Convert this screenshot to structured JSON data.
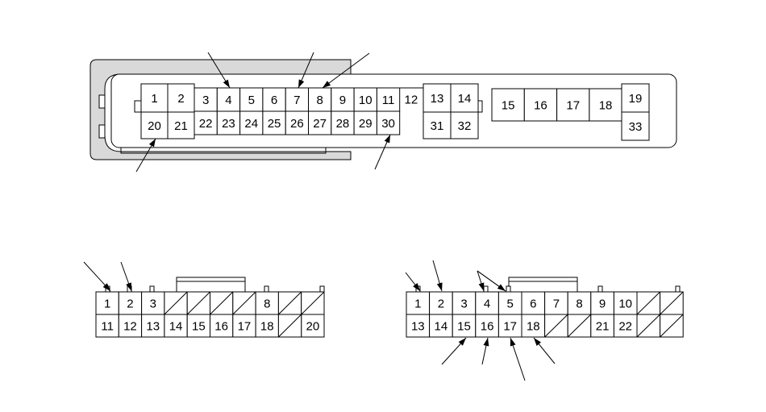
{
  "connector_a": {
    "upper_left_pins": [
      "1",
      "2"
    ],
    "lower_left_pins": [
      "20",
      "21"
    ],
    "upper_middle_pins": [
      "3",
      "4",
      "5",
      "6",
      "7",
      "8",
      "9",
      "10",
      "11",
      "12"
    ],
    "lower_middle_pins": [
      "22",
      "23",
      "24",
      "25",
      "26",
      "27",
      "28",
      "29",
      "30"
    ],
    "upper_block_pins": [
      "13",
      "14"
    ],
    "lower_block_pins": [
      "31",
      "32"
    ],
    "right_row_pins": [
      "15",
      "16",
      "17",
      "18"
    ],
    "right_end_pins": [
      "19",
      "33"
    ]
  },
  "connector_b": {
    "top_row": [
      "1",
      "2",
      "3",
      "",
      "",
      "",
      "",
      "8",
      "",
      ""
    ],
    "bottom_row": [
      "11",
      "12",
      "13",
      "14",
      "15",
      "16",
      "17",
      "18",
      "",
      "20"
    ]
  },
  "connector_c": {
    "top_row": [
      "1",
      "2",
      "3",
      "4",
      "5",
      "6",
      "7",
      "8",
      "9",
      "10",
      "",
      ""
    ],
    "bottom_row": [
      "13",
      "14",
      "15",
      "16",
      "17",
      "18",
      "",
      "",
      "21",
      "22",
      "",
      ""
    ]
  },
  "colors": {
    "line": "#000000",
    "housing_fill": "#d9d9d9",
    "background": "#ffffff"
  }
}
